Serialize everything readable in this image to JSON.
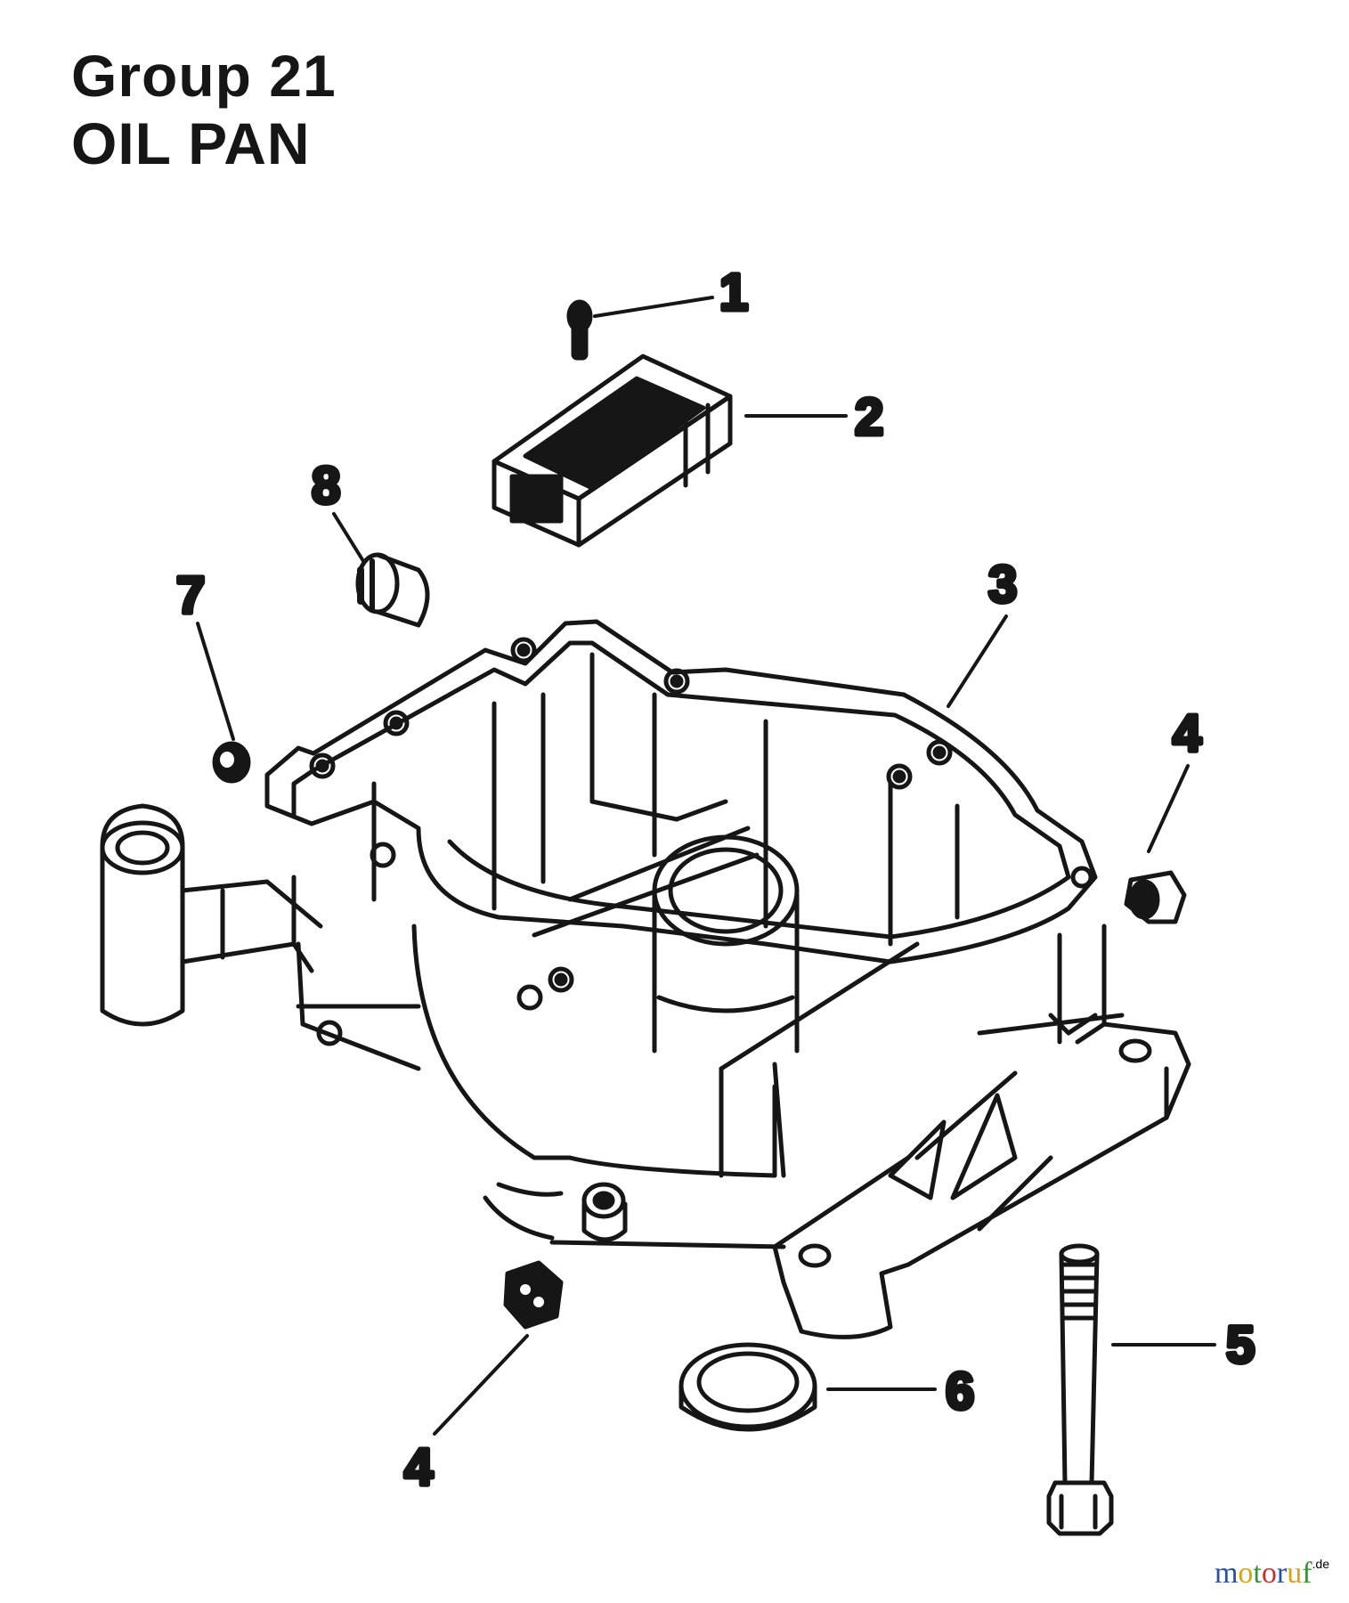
{
  "header": {
    "group": "Group 21",
    "name": "OIL PAN"
  },
  "callouts": {
    "c1": "1",
    "c2": "2",
    "c3": "3",
    "c4a": "4",
    "c4b": "4",
    "c5": "5",
    "c6": "6",
    "c7": "7",
    "c8": "8"
  },
  "logo": {
    "letters": [
      "m",
      "o",
      "t",
      "o",
      "r",
      "u",
      "f"
    ],
    "colors": [
      "#2d4fa1",
      "#d9a216",
      "#3d8f3d",
      "#c8322d",
      "#2d4fa1",
      "#d9a216",
      "#3d8f3d"
    ],
    "tld": ".de"
  },
  "colors": {
    "ink": "#161616",
    "paper": "#ffffff"
  }
}
